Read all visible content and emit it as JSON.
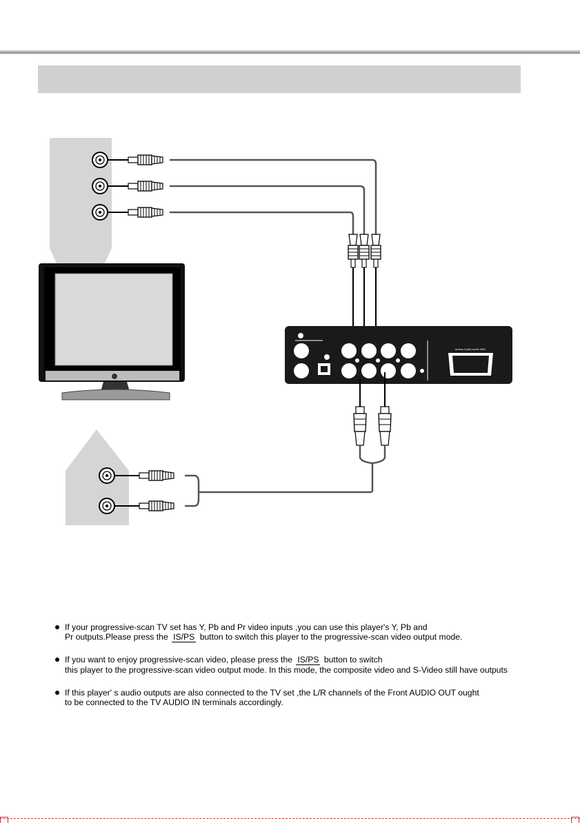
{
  "page": {
    "title_bar_text": ""
  },
  "diagram": {
    "player_label_text": "analog (right) audio (left)"
  },
  "notes": [
    {
      "line1_prefix": "If your progressive-scan TV set has Y, Pb and Pr video inputs ,you can use this player's Y, Pb and",
      "line2_prefix": "Pr outputs.Please press the",
      "button_label": "IS/PS",
      "line2_suffix": "button to switch this player to the progressive-scan video output mode."
    },
    {
      "line1_prefix": "If you want to enjoy progressive-scan video, please  press the",
      "button_label": "IS/PS",
      "line1_suffix": "button to  switch",
      "line2": "this player to the progressive-scan video output mode. In this mode, the composite video and S-Video still have outputs"
    },
    {
      "line1": "If this player' s audio outputs are also connected to the TV set ,the L/R channels of  the  Front AUDIO OUT ought",
      "line2": "to be connected to the TV AUDIO IN terminals accordingly."
    }
  ],
  "colors": {
    "title_bar": "#d0d0d0",
    "panel_gray": "#d5d5d5",
    "player_body": "#1a1a1a",
    "cable": "#555555"
  }
}
